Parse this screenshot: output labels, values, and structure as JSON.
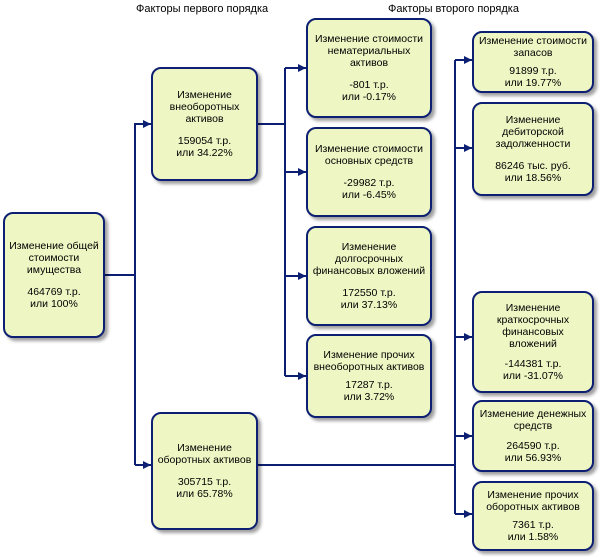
{
  "headers": {
    "first_order": "Факторы первого порядка",
    "second_order": "Факторы второго порядка"
  },
  "nodes": {
    "root": {
      "title": "Изменение общей стоимости имущества",
      "value1": "464769 т.р.",
      "value2": "или 100%"
    },
    "noncurrent": {
      "title": "Изменение внеоборотных активов",
      "value1": "159054 т.р.",
      "value2": "или 34.22%"
    },
    "current": {
      "title": "Изменение оборотных активов",
      "value1": "305715 т.р.",
      "value2": "или 65.78%"
    },
    "intangible": {
      "title": "Изменение стоимости нематериальных активов",
      "value1": "-801 т.р.",
      "value2": "или -0.17%"
    },
    "fixed_assets": {
      "title": "Изменение стоимости основных средств",
      "value1": "-29982 т.р.",
      "value2": "или -6.45%"
    },
    "lt_investments": {
      "title": "Изменение долгосрочных финансовых вложений",
      "value1": "172550 т.р.",
      "value2": "или 37.13%"
    },
    "other_noncurrent": {
      "title": "Изменение прочих внеоборотных активов",
      "value1": "17287 т.р.",
      "value2": "или 3.72%"
    },
    "inventory": {
      "title": "Изменение стоимости запасов",
      "value1": "91899 т.р.",
      "value2": "или 19.77%"
    },
    "receivables": {
      "title": "Изменение дебиторской задолженности",
      "value1": "86246 тыс. руб.",
      "value2": "или 18.56%"
    },
    "st_investments": {
      "title": "Изменение краткосрочных финансовых вложений",
      "value1": "-144381 т.р.",
      "value2": "или -31.07%"
    },
    "cash": {
      "title": "Изменение денежных средств",
      "value1": "264590 т.р.",
      "value2": "или 56.93%"
    },
    "other_current": {
      "title": "Изменение прочих оборотных активов",
      "value1": "7361 т.р.",
      "value2": "или 1.58%"
    }
  },
  "colors": {
    "node_fill": "#eef7c4",
    "border": "#0d1f72",
    "connector": "#0d1f72"
  }
}
